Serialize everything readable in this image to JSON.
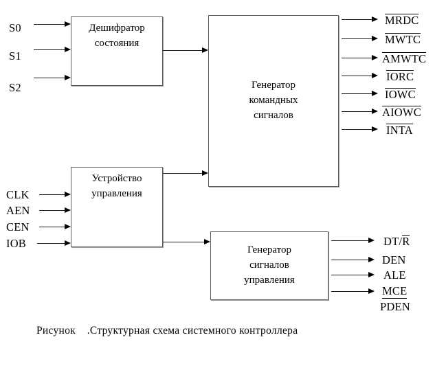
{
  "diagram": {
    "caption": "Рисунок    .Структурная схема системного контроллера",
    "blocks": [
      {
        "id": "state-decoder",
        "line1": "Дешифратор",
        "line2": "состояния",
        "line3": ""
      },
      {
        "id": "control-unit",
        "line1": "Устройство",
        "line2": "управления",
        "line3": ""
      },
      {
        "id": "command-generator",
        "line1": "Генератор",
        "line2": "командных",
        "line3": "сигналов"
      },
      {
        "id": "control-generator",
        "line1": "Генератор",
        "line2": "сигналов",
        "line3": "управления"
      }
    ],
    "inputs_top": [
      {
        "label": "S0"
      },
      {
        "label": "S1"
      },
      {
        "label": "S2"
      }
    ],
    "inputs_bottom": [
      {
        "label": "CLK"
      },
      {
        "label": "AEN"
      },
      {
        "label": "CEN"
      },
      {
        "label": "IOB"
      }
    ],
    "outputs_command": [
      {
        "label": "MRDC",
        "bar": "over"
      },
      {
        "label": "MWTC",
        "bar": "over"
      },
      {
        "label": "AMWTC",
        "bar": "over"
      },
      {
        "label": "IORC",
        "bar": "over"
      },
      {
        "label": "IOWC",
        "bar": "over"
      },
      {
        "label": "AIOWC",
        "bar": "over"
      },
      {
        "label": "INTA",
        "bar": "over"
      }
    ],
    "outputs_control": [
      {
        "label_pre": "DT/",
        "label_bar": "R",
        "bar": "over_partial"
      },
      {
        "label": "DEN",
        "bar": "none"
      },
      {
        "label": "ALE",
        "bar": "none"
      },
      {
        "label": "MCE",
        "bar": "under"
      },
      {
        "label": "PDEN",
        "bar": "none"
      }
    ],
    "colors": {
      "line": "#1a1a1a",
      "block_border": "#555c5c",
      "background": "#ffffff",
      "text": "#000000"
    }
  }
}
